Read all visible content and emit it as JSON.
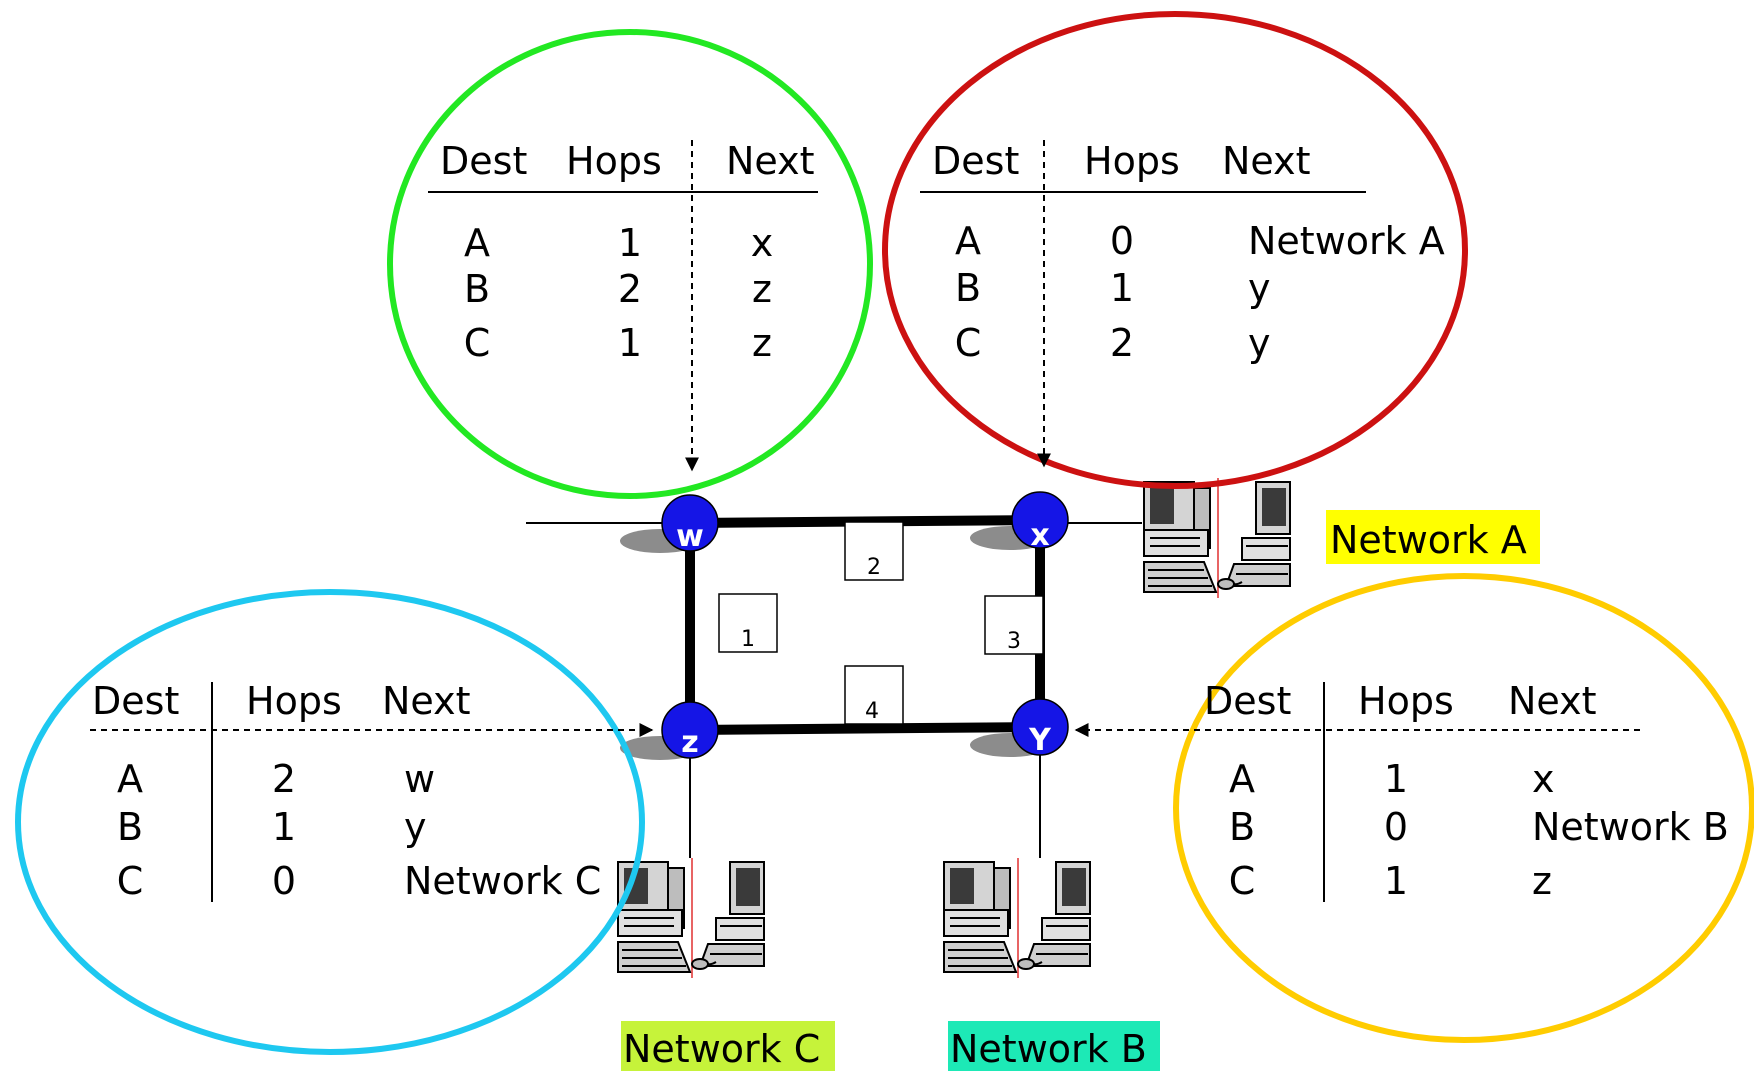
{
  "routers": [
    {
      "id": "w",
      "label": "w"
    },
    {
      "id": "x",
      "label": "x"
    },
    {
      "id": "z",
      "label": "z"
    },
    {
      "id": "y",
      "label": "Y"
    }
  ],
  "links": [
    {
      "label": "1",
      "from": "w",
      "to": "z"
    },
    {
      "label": "2",
      "from": "w",
      "to": "x"
    },
    {
      "label": "3",
      "from": "x",
      "to": "y"
    },
    {
      "label": "4",
      "from": "z",
      "to": "y"
    }
  ],
  "networks": {
    "a": {
      "label": "Network A",
      "color": "#ffff00"
    },
    "b": {
      "label": "Network B",
      "color": "#1de9b6"
    },
    "c": {
      "label": "Network C",
      "color": "#c6f33a"
    }
  },
  "headers": {
    "dest": "Dest",
    "hops": "Hops",
    "next": "Next"
  },
  "tables": {
    "w": {
      "color": "#22e822",
      "rows": [
        {
          "dest": "A",
          "hops": "1",
          "next": "x"
        },
        {
          "dest": "B",
          "hops": "2",
          "next": "z"
        },
        {
          "dest": "C",
          "hops": "1",
          "next": "z"
        }
      ]
    },
    "x": {
      "color": "#cc1111",
      "rows": [
        {
          "dest": "A",
          "hops": "0",
          "next": "Network A"
        },
        {
          "dest": "B",
          "hops": "1",
          "next": "y"
        },
        {
          "dest": "C",
          "hops": "2",
          "next": "y"
        }
      ]
    },
    "z": {
      "color": "#1ec8f0",
      "rows": [
        {
          "dest": "A",
          "hops": "2",
          "next": "w"
        },
        {
          "dest": "B",
          "hops": "1",
          "next": "y"
        },
        {
          "dest": "C",
          "hops": "0",
          "next": "Network C"
        }
      ]
    },
    "y": {
      "color": "#ffcc00",
      "rows": [
        {
          "dest": "A",
          "hops": "1",
          "next": "x"
        },
        {
          "dest": "B",
          "hops": "0",
          "next": "Network B"
        },
        {
          "dest": "C",
          "hops": "1",
          "next": "z"
        }
      ]
    }
  },
  "colors": {
    "router": "#1515e6",
    "link": "#000000"
  }
}
